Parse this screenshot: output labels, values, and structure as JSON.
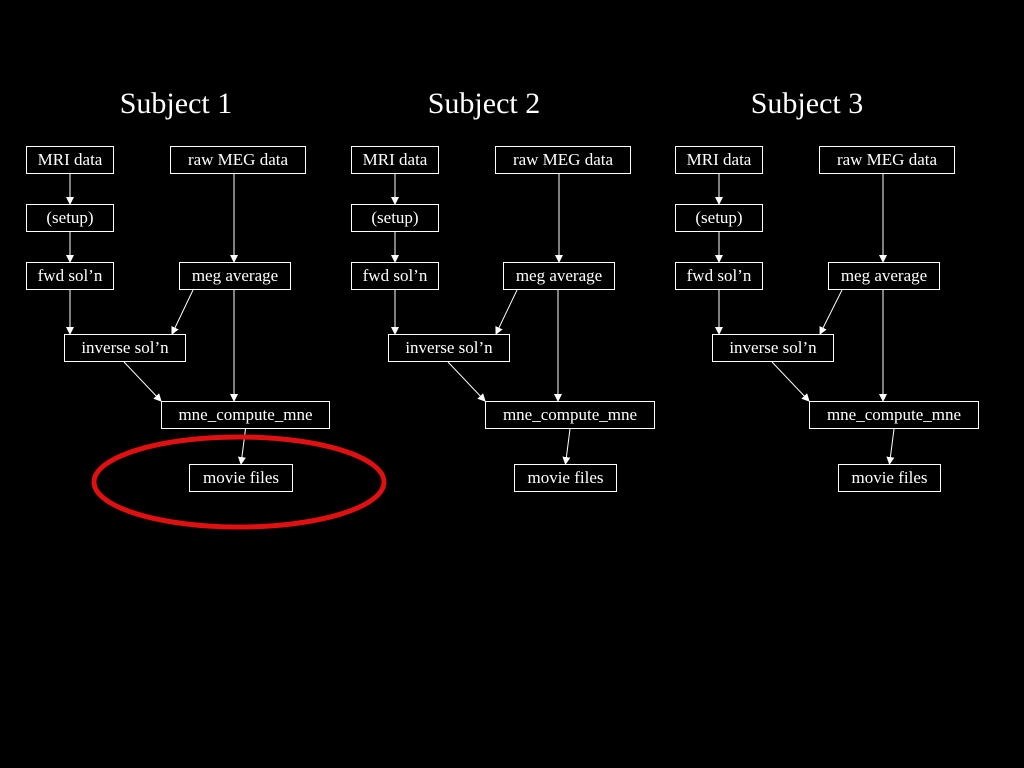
{
  "accent_color": "#e01010",
  "highlighted_node": "movie files",
  "subjects": [
    {
      "title": "Subject 1",
      "nodes": {
        "mri": "MRI data",
        "raw": "raw MEG data",
        "setup": "(setup)",
        "fwd": "fwd sol’n",
        "avg": "meg average",
        "inv": "inverse  sol’n",
        "mne": "mne_compute_mne",
        "movie": "movie files"
      }
    },
    {
      "title": "Subject 2",
      "nodes": {
        "mri": "MRI data",
        "raw": "raw MEG data",
        "setup": "(setup)",
        "fwd": "fwd sol’n",
        "avg": "meg average",
        "inv": "inverse  sol’n",
        "mne": "mne_compute_mne",
        "movie": "movie files"
      }
    },
    {
      "title": "Subject 3",
      "nodes": {
        "mri": "MRI data",
        "raw": "raw MEG data",
        "setup": "(setup)",
        "fwd": "fwd sol’n",
        "avg": "meg average",
        "inv": "inverse  sol’n",
        "mne": "mne_compute_mne",
        "movie": "movie files"
      }
    }
  ],
  "edges": [
    [
      "mri",
      "setup"
    ],
    [
      "setup",
      "fwd"
    ],
    [
      "raw",
      "avg"
    ],
    [
      "fwd",
      "inv"
    ],
    [
      "avg",
      "inv"
    ],
    [
      "avg",
      "mne"
    ],
    [
      "inv",
      "mne"
    ],
    [
      "mne",
      "movie"
    ]
  ]
}
